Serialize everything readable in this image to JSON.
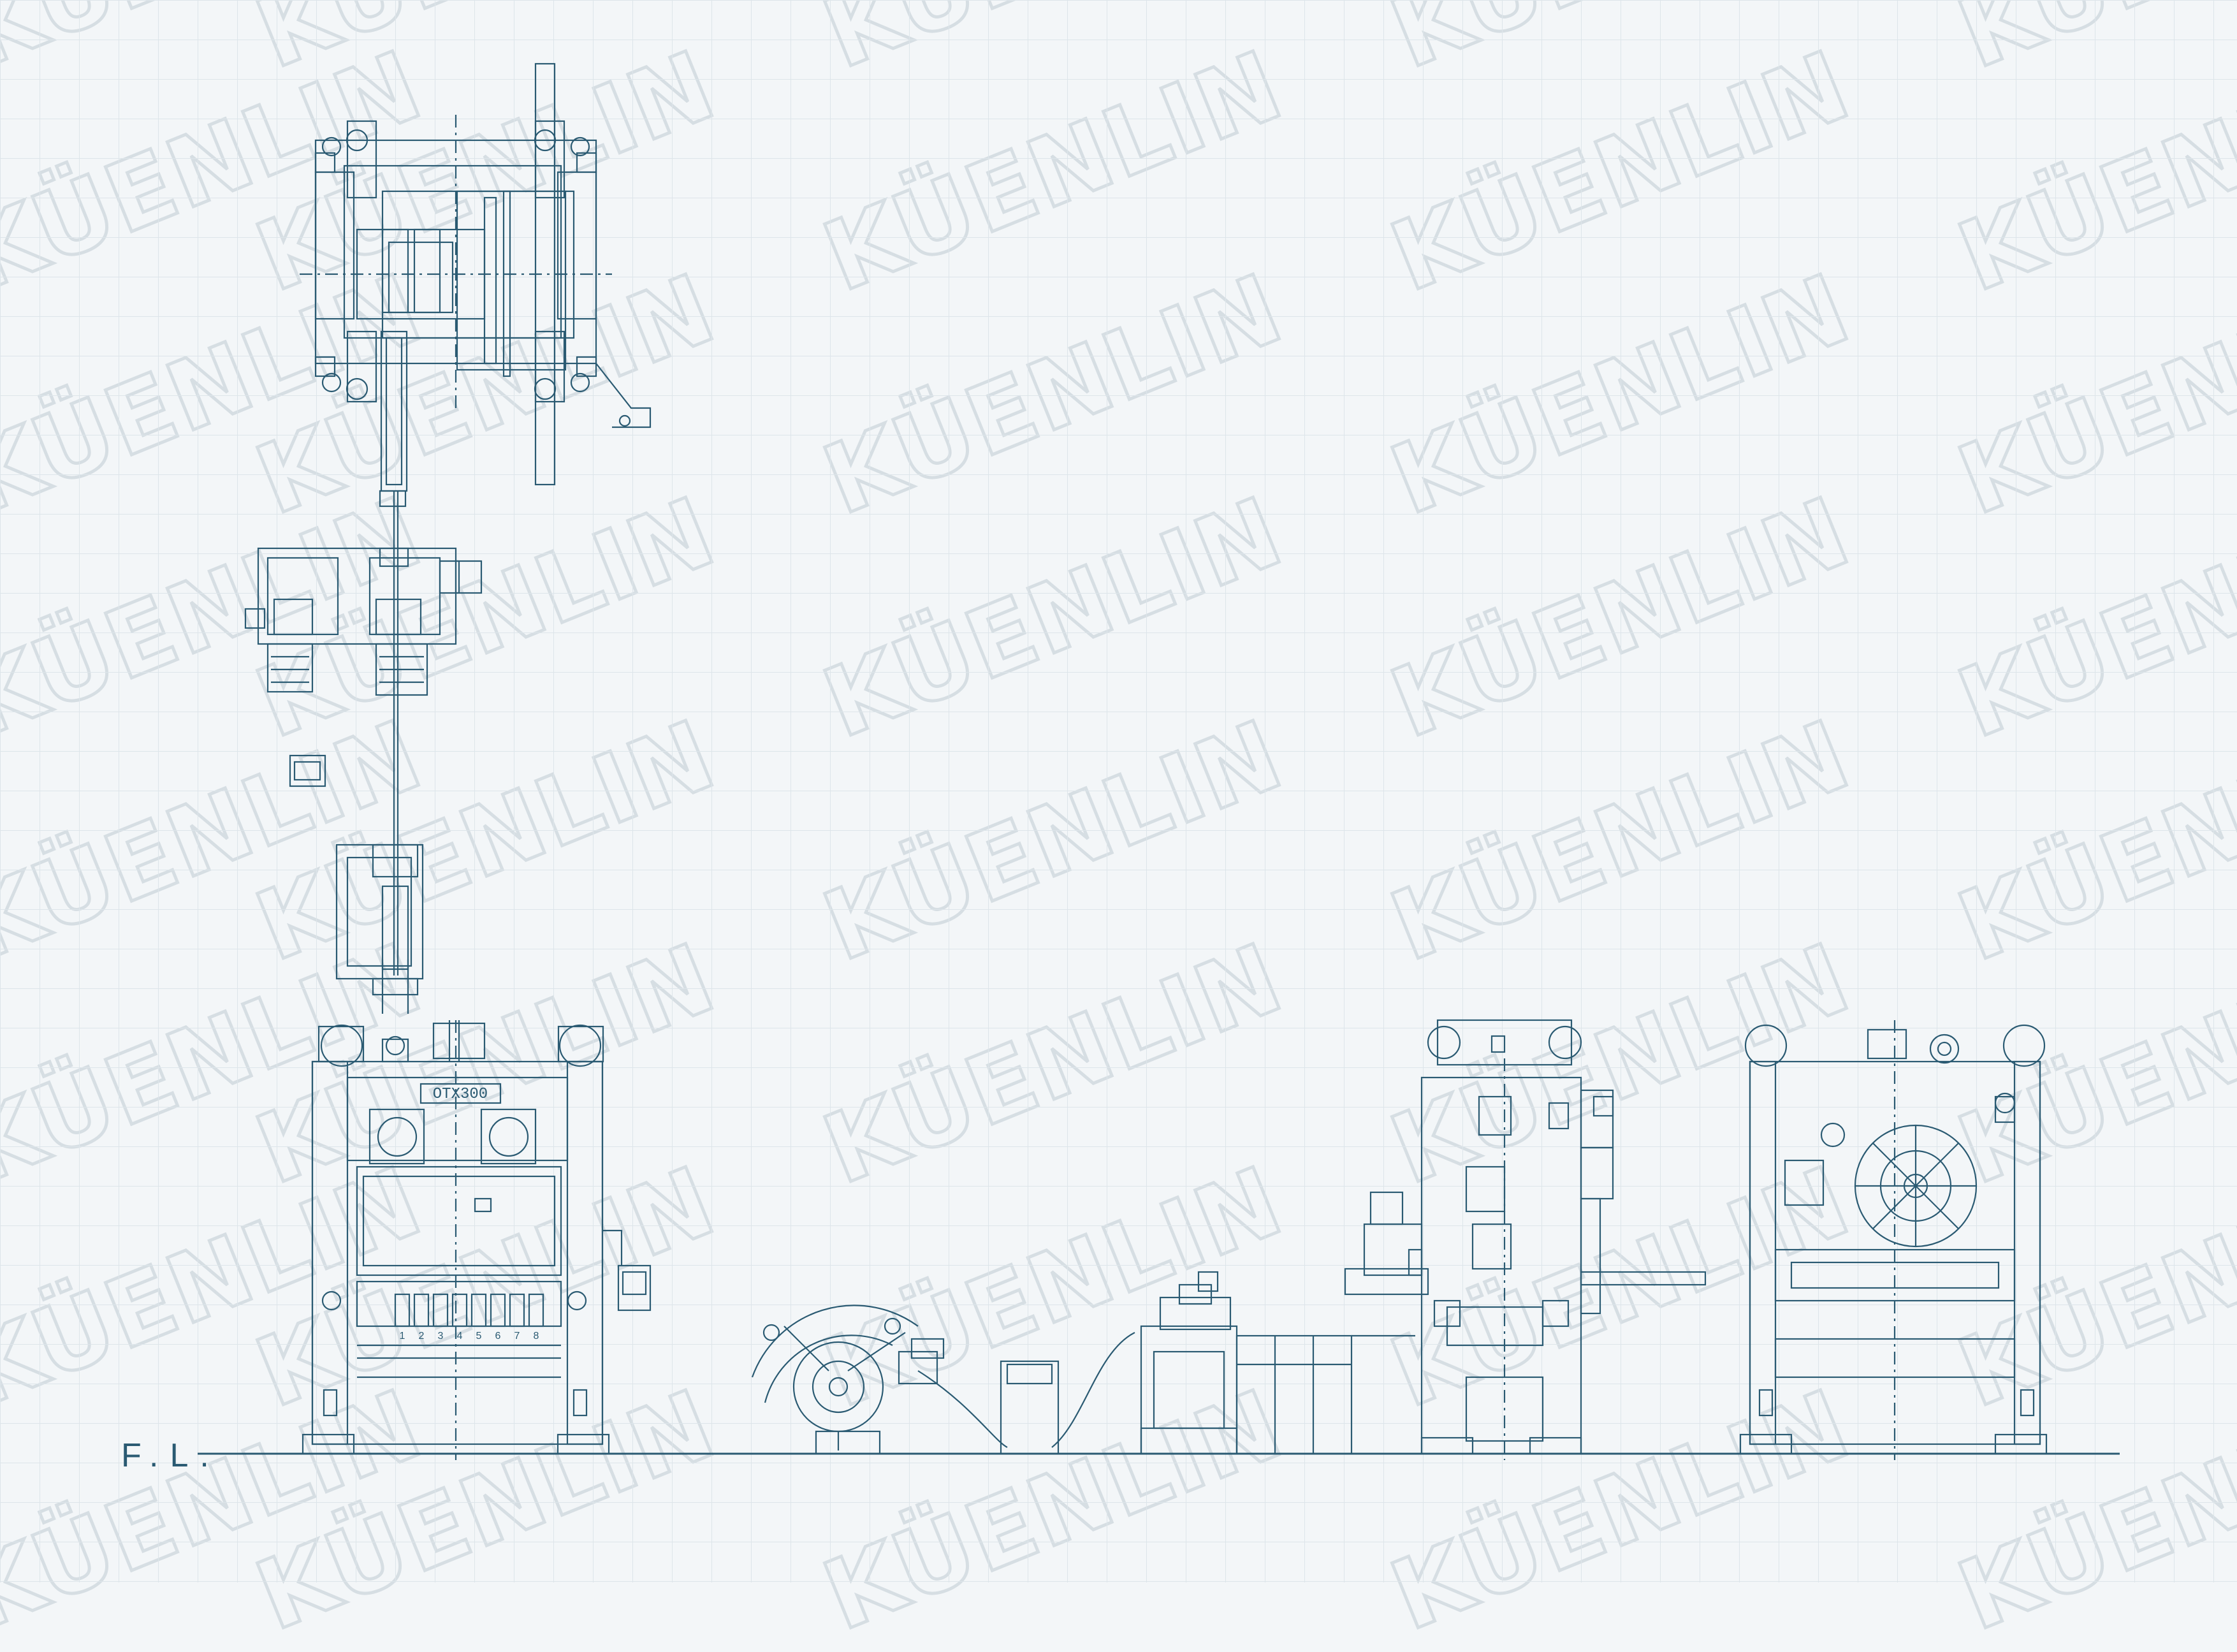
{
  "colors": {
    "background": "#f3f6f8",
    "grid": "#dde5ea",
    "line": "#2a5a72",
    "watermark": "#a7b3bd"
  },
  "watermark": "KÜENLIN",
  "labels": {
    "floor_level": "F.L.",
    "press_model": "OTX300"
  },
  "press_dies": [
    "1",
    "2",
    "3",
    "4",
    "5",
    "6",
    "7",
    "8"
  ]
}
